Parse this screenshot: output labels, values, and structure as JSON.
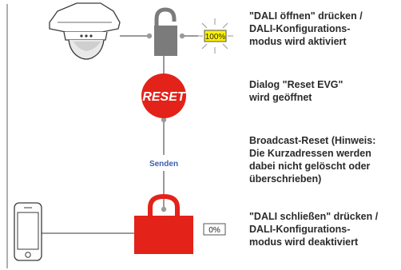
{
  "steps": [
    {
      "text": "\"DALI öffnen\" drücken /\nDALI-Konfigurations-\nmodus wird aktiviert"
    },
    {
      "text": "Dialog \"Reset EVG\"\nwird geöffnet"
    },
    {
      "text": "Broadcast-Reset (Hinweis:\nDie Kurzadressen werden\ndabei nicht gelöscht oder\nüberschrieben)"
    },
    {
      "text": "\"DALI schließen\" drücken /\nDALI-Konfigurations-\nmodus wird deaktiviert"
    }
  ],
  "diagram": {
    "lamp_level_on": "100%",
    "lamp_level_off": "0%",
    "reset_label": "RESET",
    "send_label": "Senden"
  },
  "colors": {
    "lock_open": "#7b7b7b",
    "lock_closed": "#e32219",
    "reset_button": "#e32219",
    "connector": "#9a9a9a",
    "send_text": "#3b5fae",
    "level_highlight": "#fff200"
  },
  "icons": [
    "sensor-icon",
    "lock-open-icon",
    "lamp-on-icon",
    "reset-button-icon",
    "lock-closed-icon",
    "smartphone-icon",
    "lamp-off-icon"
  ]
}
